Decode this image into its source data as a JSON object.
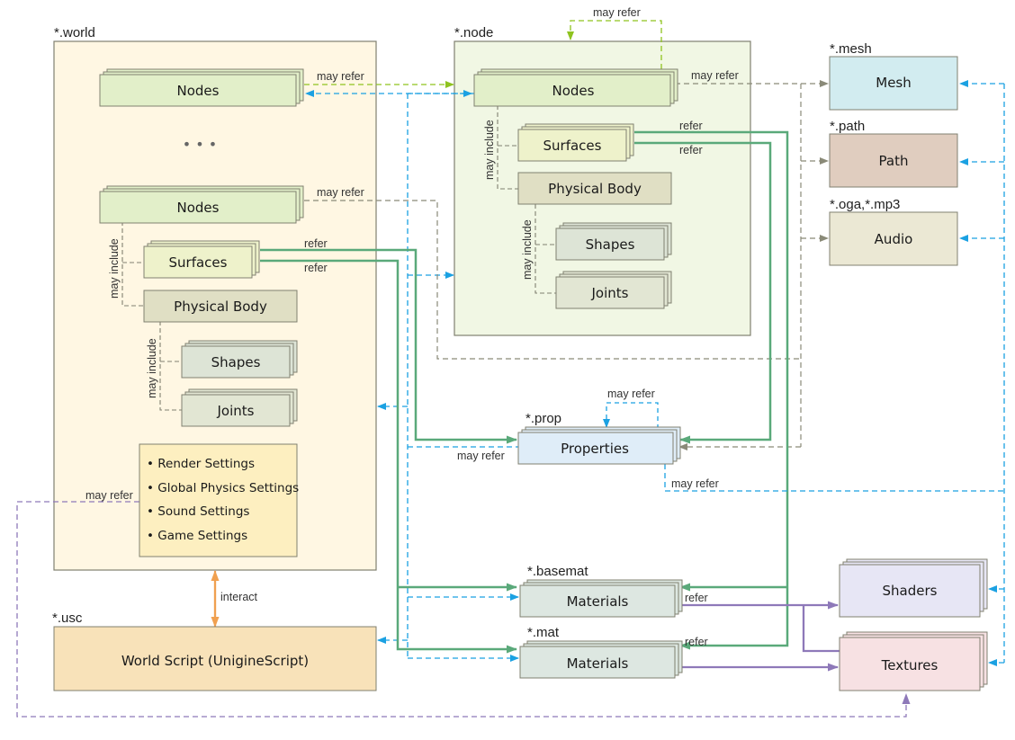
{
  "colors": {
    "world_bg": "#fff7e3",
    "node_bg": "#f1f7e4",
    "nodes_fill": "#e2efc9",
    "surfaces_fill": "#eef2cb",
    "physical_fill": "#e0dfc4",
    "shapes_fill": "#dde4d6",
    "joints_fill": "#e2e6d3",
    "settings_fill": "#fdefc0",
    "script_fill": "#f8e2b9",
    "mesh_fill": "#d2ecf0",
    "path_fill": "#e0cdbf",
    "audio_fill": "#ebe8d4",
    "props_fill": "#dfedf8",
    "materials_fill": "#dde7e1",
    "shaders_fill": "#e7e6f5",
    "textures_fill": "#f7e1e3",
    "border": "#808070",
    "green_dash": "#8fc31f",
    "blue_dash": "#1ba1e2",
    "gray_dash": "#8a8a78",
    "green_solid": "#5aa97a",
    "purple": "#8e79b9",
    "orange": "#f0a050"
  },
  "containers": {
    "world": {
      "ext": "*.world"
    },
    "node": {
      "ext": "*.node"
    }
  },
  "world": {
    "nodes_top": "Nodes",
    "ellipsis": "• • •",
    "nodes_bottom": "Nodes",
    "surfaces": "Surfaces",
    "physical_body": "Physical  Body",
    "shapes": "Shapes",
    "joints": "Joints",
    "may_include_1": "may include",
    "may_include_2": "may include",
    "settings": [
      "Render Settings",
      "Global Physics Settings",
      "Sound Settings",
      "Game Settings"
    ]
  },
  "node": {
    "nodes": "Nodes",
    "surfaces": "Surfaces",
    "physical_body": "Physical  Body",
    "shapes": "Shapes",
    "joints": "Joints",
    "may_include_1": "may include",
    "may_include_2": "may include"
  },
  "assets": {
    "mesh": {
      "ext": "*.mesh",
      "label": "Mesh"
    },
    "path": {
      "ext": "*.path",
      "label": "Path"
    },
    "audio": {
      "ext": "*.oga,*.mp3",
      "label": "Audio"
    },
    "prop": {
      "ext": "*.prop",
      "label": "Properties"
    },
    "basemat": {
      "ext": "*.basemat",
      "label": "Materials"
    },
    "mat": {
      "ext": "*.mat",
      "label": "Materials"
    },
    "shaders": {
      "label": "Shaders"
    },
    "textures": {
      "label": "Textures"
    },
    "usc": {
      "ext": "*.usc",
      "label": "World Script (UnigineScript)"
    }
  },
  "edge_labels": {
    "world_nodes_may_refer": "may refer",
    "world_nodes2_may_refer": "may refer",
    "node_self_may_refer": "may refer",
    "node_nodes_may_refer": "may refer",
    "node_surf_refer_1": "refer",
    "node_surf_refer_2": "refer",
    "world_surf_refer_1": "refer",
    "world_surf_refer_2": "refer",
    "prop_self_may_refer": "may refer",
    "prop_left_may_refer": "may refer",
    "prop_right_may_refer": "may refer",
    "settings_may_refer": "may refer",
    "interact": "interact",
    "basemat_refer": "refer",
    "mat_refer": "refer"
  }
}
